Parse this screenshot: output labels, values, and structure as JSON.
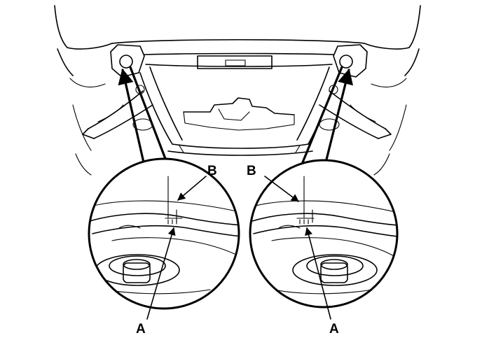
{
  "callouts": {
    "left_b": "B",
    "left_a": "A",
    "right_b": "B",
    "right_a": "A"
  }
}
